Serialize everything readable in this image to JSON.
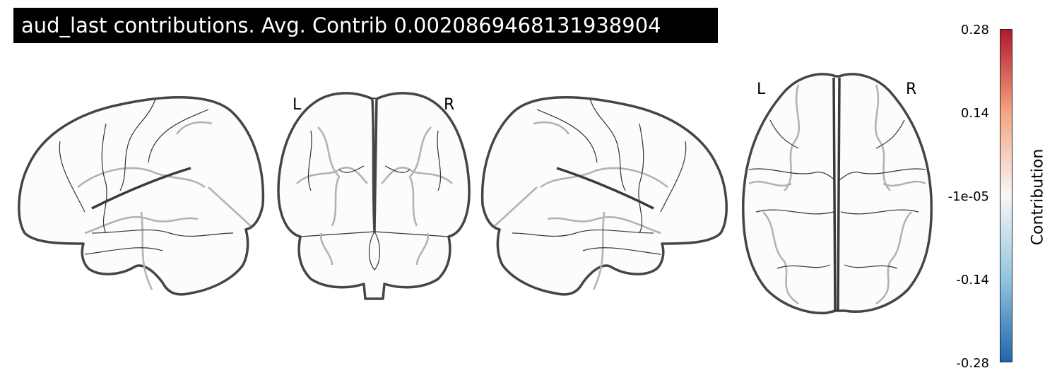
{
  "title": "aud_last contributions. Avg. Contrib 0.0020869468131938904",
  "views": {
    "coronal": {
      "left_label": "L",
      "right_label": "R"
    },
    "axial": {
      "left_label": "L",
      "right_label": "R"
    }
  },
  "colorbar": {
    "label": "Contribution",
    "ticks": [
      "0.28",
      "0.14",
      "-1e-05",
      "-0.14",
      "-0.28"
    ],
    "color_top": "#b2182b",
    "color_mid": "#f7f7f7",
    "color_bottom": "#2166ac"
  }
}
